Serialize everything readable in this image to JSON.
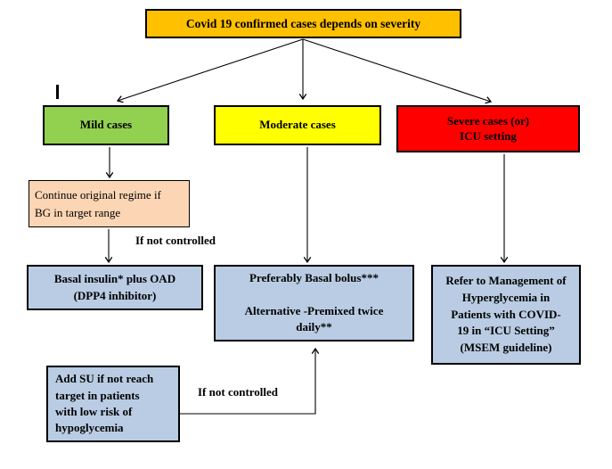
{
  "title_box": {
    "label": "Covid 19 confirmed cases depends on severity"
  },
  "severity": {
    "mild": {
      "label": "Mild cases"
    },
    "moderate": {
      "label": "Moderate cases"
    },
    "severe": {
      "label": "Severe cases (or)\nICU setting"
    }
  },
  "mild_path": {
    "continue_box": "Continue original regime if\nBG in target range",
    "if_not_controlled_label": "If not controlled",
    "treatment_box": "Basal insulin* plus OAD\n(DPP4 inhibitor)",
    "add_su_box": "Add SU if not reach\ntarget in patients\nwith low risk of\nhypoglycemia",
    "if_not_controlled_label_2": "If not controlled"
  },
  "moderate_path": {
    "treatment_box": "Preferably Basal bolus***\n\nAlternative -Premixed twice\ndaily**"
  },
  "severe_path": {
    "treatment_box": "Refer to Management of\nHyperglycemia in\nPatients with COVID-\n19 in “ICU Setting”\n(MSEM guideline)"
  },
  "colors": {
    "orange": "#FFC000",
    "green": "#92D050",
    "yellow": "#FFFF00",
    "red": "#FF0000",
    "peach": "#FBD5B4",
    "light_blue": "#B9CCE3",
    "line": "#000000"
  }
}
